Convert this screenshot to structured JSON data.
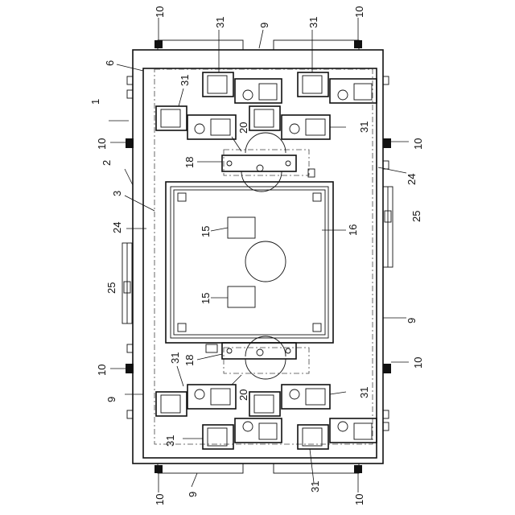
{
  "labels": {
    "l1": "1",
    "l2": "2",
    "l3": "3",
    "l6": "6",
    "l9a": "9",
    "l9b": "9",
    "l9c": "9",
    "l9d": "9",
    "l10a": "10",
    "l10b": "10",
    "l10c": "10",
    "l10d": "10",
    "l10e": "10",
    "l10f": "10",
    "l10g": "10",
    "l10h": "10",
    "l15a": "15",
    "l15b": "15",
    "l16": "16",
    "l18a": "18",
    "l18b": "18",
    "l20a": "20",
    "l20b": "20",
    "l24a": "24",
    "l24b": "24",
    "l25a": "25",
    "l25b": "25",
    "l31a": "31",
    "l31b": "31",
    "l31c": "31",
    "l31d": "31",
    "l31e": "31",
    "l31f": "31",
    "l31g": "31",
    "l31h": "31"
  }
}
